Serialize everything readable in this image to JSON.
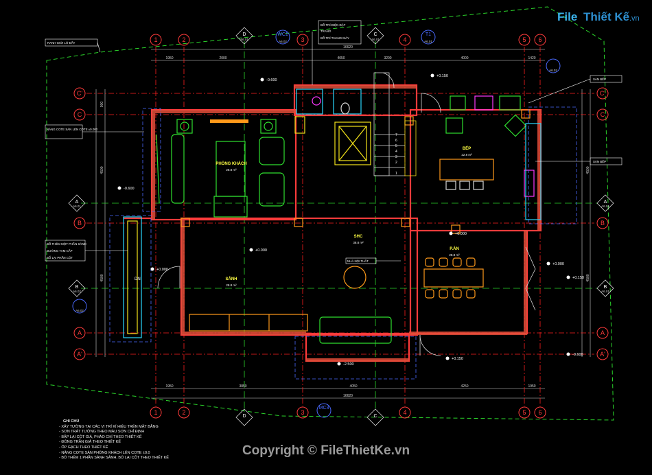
{
  "watermark": {
    "logo_file": "File",
    "logo_name": "Thiết Kế",
    "logo_tld": ".vn",
    "copyright": "Copyright © FileThietKe.vn"
  },
  "grid_labels": {
    "top_columns": [
      "1",
      "2",
      "D",
      "WC1",
      "3",
      "C",
      "4",
      "T1",
      "5",
      "6"
    ],
    "bottom_columns": [
      "1",
      "2",
      "D",
      "3",
      "MC3",
      "C",
      "4",
      "5",
      "6"
    ],
    "rows_left": [
      "C'",
      "C",
      "B",
      "A",
      "A'"
    ],
    "rows_right": [
      "C'",
      "C",
      "B",
      "A",
      "A'"
    ],
    "sheet_refs": [
      "A6.01",
      "A6.01",
      "A6.02",
      "A6.01",
      "A6.02",
      "A6.01",
      "A6.01",
      "A6.02",
      "A6.01",
      "A6.02"
    ]
  },
  "dimensions": {
    "top_total": "16620",
    "bottom_total": "16620",
    "top_segments": [
      "1950",
      "2000",
      "4050",
      "3200",
      "4000",
      "1420"
    ],
    "bottom_segments": [
      "1950",
      "3850",
      "4050",
      "4250",
      "1950"
    ],
    "left_segments": [
      "4500",
      "4500",
      "900"
    ],
    "right_segments": [
      "4500",
      "4500"
    ]
  },
  "rooms": [
    {
      "name": "PHÒNG KHÁCH",
      "area": "28.8 m²"
    },
    {
      "name": "BẾP",
      "area": "22.8 m²"
    },
    {
      "name": "SẢNH",
      "area": "28.8 m²"
    },
    {
      "name": "SHC",
      "area": "38.8 m²"
    },
    {
      "name": "P.ĂN",
      "area": "28.8 m²"
    }
  ],
  "levels": [
    "-0.600",
    "-0.600",
    "+0.150",
    "+0.000",
    "+0.000",
    "+0.000",
    "+0.000",
    "+0.150",
    "+0.150",
    "-2.500",
    "-0.600"
  ],
  "annotations": [
    "RANH GIỚI LÔ ĐẤT",
    "BỔ TRÍ ĐIỆN ĐẶT",
    "TRANG",
    "BỔ TRÍ THANG MÁY",
    "NÂNG COTE SÀN LÊN COTE ±0.000",
    "BỔ THÊM MỘT PHẦN SÀNH",
    "ĐƯỜNG TAM CẤP",
    "BỔ LẠI PHẦN CỘT",
    "SÀN BẾP",
    "SÀN BẾP",
    "NHÀ NỘI THẤT",
    "DN"
  ],
  "stairs": [
    "7",
    "6",
    "5",
    "4",
    "3",
    "2",
    "1"
  ],
  "notes": {
    "title": "GHI CHÚ",
    "items": [
      "- XÂY TƯỜNG TẠI CÁC VỊ TRÍ KÍ HIỆU TRÊN MẶT BẰNG",
      "- SƠN TRÁT TƯỜNG THEO MÀU SƠN CHỈ ĐỊNH",
      "- BẮP LẠI CỘT GIẢ, PHÀO CHỈ THEO THIẾT KẾ",
      "- ĐÓNG TRẦN GIẢ THEO THIẾT KẾ",
      "- ỐP GẠCH THEO THIẾT KẾ",
      "- NÂNG COTE SÀN PHÒNG KHÁCH LÊN COTE ±0.0",
      "- BỔ THÊM 1 PHẦN SÀNH SẢNH, BỔ LẠI CỘT THEO THIẾT KẾ"
    ]
  },
  "colors": {
    "background": "#000000",
    "wall": "#ff3b3b",
    "grid_line": "#ff2020",
    "furniture_green": "#2fe02f",
    "furniture_yellow": "#f2e21a",
    "furniture_orange": "#ff9a1a",
    "cyan": "#2ad9ff",
    "blue": "#4a6aff",
    "magenta": "#ff38ff",
    "boundary": "#2bd62b",
    "white": "#ffffff"
  }
}
